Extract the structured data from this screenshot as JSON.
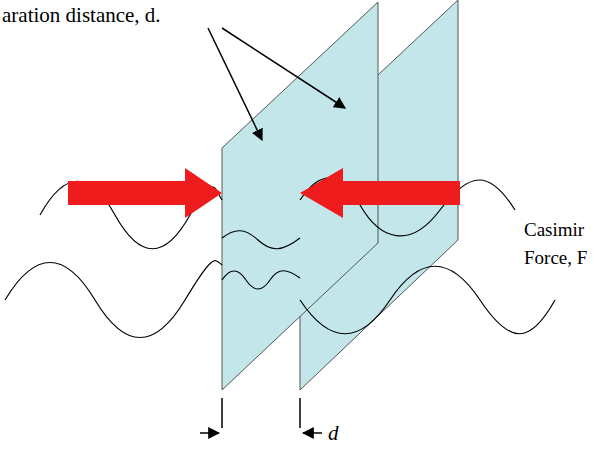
{
  "diagram": {
    "labels": [
      "aration distance, d.",
      "Casimir Force, F",
      "d"
    ]
  }
}
